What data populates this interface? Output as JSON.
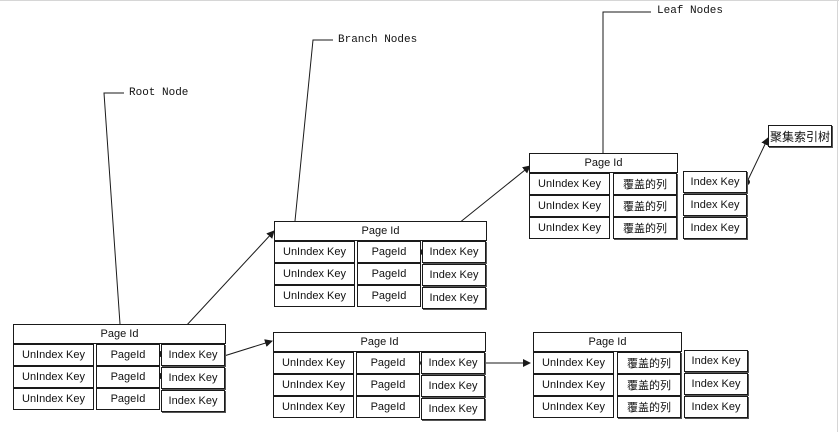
{
  "callouts": {
    "root": "Root Node",
    "branch": "Branch Nodes",
    "leaf": "Leaf Nodes"
  },
  "node_text": {
    "page_id": "Page Id",
    "unindex_key": "UnIndex Key",
    "page_id_col": "PageId",
    "index_key": "Index Key",
    "covered_cols": "覆盖的列"
  },
  "clustered_tree_label": "聚集索引树",
  "colors": {
    "line": "#1a1a1a",
    "background": "#ffffff"
  }
}
